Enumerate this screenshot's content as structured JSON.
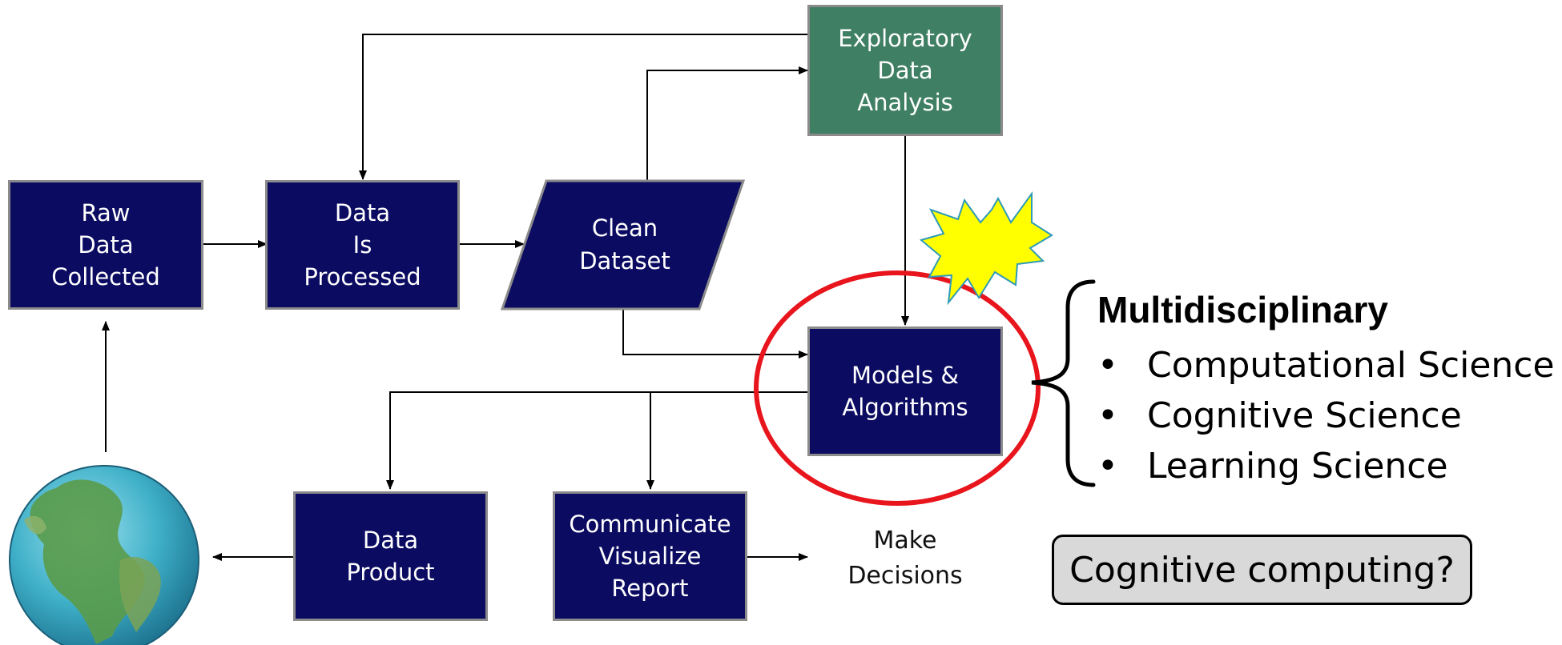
{
  "nodes": {
    "raw_data": "Raw\nData\nCollected",
    "data_processed": "Data\nIs\nProcessed",
    "clean_dataset": "Clean\nDataset",
    "exploratory": "Exploratory\nData\nAnalysis",
    "models": "Models &\nAlgorithms",
    "data_product": "Data\nProduct",
    "communicate": "Communicate\nVisualize\nReport",
    "make_decisions": "Make\nDecisions"
  },
  "side_panel": {
    "title": "Multidisciplinary",
    "items": [
      "Computational Science",
      "Cognitive Science",
      "Learning Science"
    ]
  },
  "callout": "Cognitive computing?",
  "colors": {
    "box_fill": "#0b0b62",
    "box_border": "#8b8b8b",
    "eda_fill": "#3f7f63",
    "highlight_circle": "#e8151d",
    "starburst_fill": "#ffff00",
    "starburst_stroke": "#2e9ab6",
    "callout_fill": "#d9d9d9"
  },
  "icons": {
    "globe": "globe-icon",
    "starburst": "starburst-icon"
  }
}
